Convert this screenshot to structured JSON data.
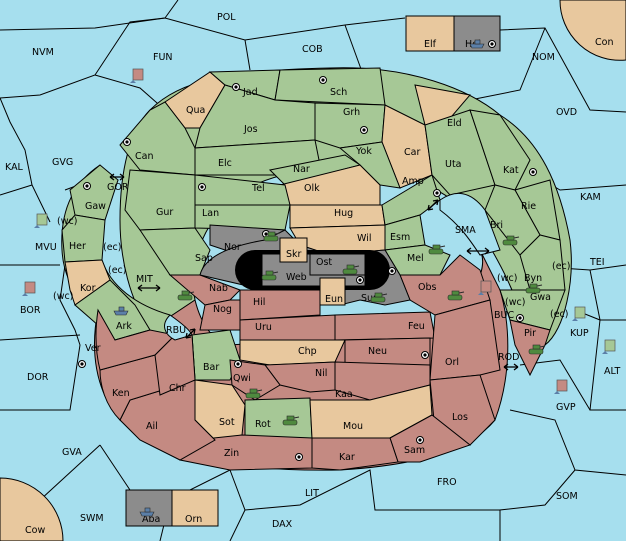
{
  "colors": {
    "sea": "#a6dfee",
    "green_power": "#a6c896",
    "red_power": "#c48a82",
    "neutral": "#e8c89e",
    "grey_power": "#8c8c8c",
    "army_green": "#4f8a3f",
    "army_red": "#b35a4e"
  },
  "icons": {
    "supply_center": "supply-center-icon",
    "army": "tank-icon",
    "fleet": "ship-icon",
    "retreat": "double-arrow-icon",
    "dislodged": "dislodged-unit-icon"
  },
  "sea_regions": [
    {
      "id": "POL",
      "label": "POL"
    },
    {
      "id": "NVM",
      "label": "NVM"
    },
    {
      "id": "FUN",
      "label": "FUN"
    },
    {
      "id": "COB",
      "label": "COB"
    },
    {
      "id": "NOM",
      "label": "NOM"
    },
    {
      "id": "Con",
      "label": "Con"
    },
    {
      "id": "OVD",
      "label": "OVD"
    },
    {
      "id": "KAL",
      "label": "KAL"
    },
    {
      "id": "GVG",
      "label": "GVG"
    },
    {
      "id": "KAM",
      "label": "KAM"
    },
    {
      "id": "GOR",
      "label": "GOR"
    },
    {
      "id": "MVU",
      "label": "MVU"
    },
    {
      "id": "SMA",
      "label": "SMA"
    },
    {
      "id": "TEI",
      "label": "TEI"
    },
    {
      "id": "MIT",
      "label": "MIT"
    },
    {
      "id": "BOR",
      "label": "BOR"
    },
    {
      "id": "RBU",
      "label": "RBU"
    },
    {
      "id": "BUC",
      "label": "BUC"
    },
    {
      "id": "KUP",
      "label": "KUP"
    },
    {
      "id": "ALT",
      "label": "ALT"
    },
    {
      "id": "ROD",
      "label": "ROD"
    },
    {
      "id": "DOR",
      "label": "DOR"
    },
    {
      "id": "GVP",
      "label": "GVP"
    },
    {
      "id": "GVA",
      "label": "GVA"
    },
    {
      "id": "FRO",
      "label": "FRO"
    },
    {
      "id": "SOM",
      "label": "SOM"
    },
    {
      "id": "LIT",
      "label": "LIT"
    },
    {
      "id": "SWM",
      "label": "SWM"
    },
    {
      "id": "DAX",
      "label": "DAX"
    },
    {
      "id": "Cow",
      "label": "Cow"
    }
  ],
  "land_regions": [
    {
      "id": "Elf",
      "label": "Elf"
    },
    {
      "id": "Hel",
      "label": "Hel"
    },
    {
      "id": "Jad",
      "label": "Jad"
    },
    {
      "id": "Sch",
      "label": "Sch"
    },
    {
      "id": "Qua",
      "label": "Qua"
    },
    {
      "id": "Jos",
      "label": "Jos"
    },
    {
      "id": "Grh",
      "label": "Grh"
    },
    {
      "id": "Eld",
      "label": "Eld"
    },
    {
      "id": "Can",
      "label": "Can"
    },
    {
      "id": "Yok",
      "label": "Yok"
    },
    {
      "id": "Car",
      "label": "Car"
    },
    {
      "id": "Elc",
      "label": "Elc"
    },
    {
      "id": "Nar",
      "label": "Nar"
    },
    {
      "id": "Uta",
      "label": "Uta"
    },
    {
      "id": "Kat",
      "label": "Kat"
    },
    {
      "id": "Tel",
      "label": "Tel"
    },
    {
      "id": "Olk",
      "label": "Olk"
    },
    {
      "id": "Amp",
      "label": "Amp"
    },
    {
      "id": "Gaw",
      "label": "Gaw"
    },
    {
      "id": "Gur",
      "label": "Gur"
    },
    {
      "id": "Lan",
      "label": "Lan"
    },
    {
      "id": "Hug",
      "label": "Hug"
    },
    {
      "id": "Rie",
      "label": "Rie"
    },
    {
      "id": "Bri",
      "label": "Bri"
    },
    {
      "id": "Her",
      "label": "Her"
    },
    {
      "id": "Nor",
      "label": "Nor"
    },
    {
      "id": "Skr",
      "label": "Skr"
    },
    {
      "id": "Wil",
      "label": "Wil"
    },
    {
      "id": "Esm",
      "label": "Esm"
    },
    {
      "id": "Sap",
      "label": "Sap"
    },
    {
      "id": "Ost",
      "label": "Ost"
    },
    {
      "id": "Mel",
      "label": "Mel"
    },
    {
      "id": "Web",
      "label": "Web"
    },
    {
      "id": "Kor",
      "label": "Kor"
    },
    {
      "id": "Nab",
      "label": "Nab"
    },
    {
      "id": "Eun",
      "label": "Eun"
    },
    {
      "id": "Obs",
      "label": "Obs"
    },
    {
      "id": "Byn",
      "label": "Byn"
    },
    {
      "id": "Sun",
      "label": "Sun"
    },
    {
      "id": "Gwa",
      "label": "Gwa"
    },
    {
      "id": "Hil",
      "label": "Hil"
    },
    {
      "id": "Nog",
      "label": "Nog"
    },
    {
      "id": "Ark",
      "label": "Ark"
    },
    {
      "id": "Uru",
      "label": "Uru"
    },
    {
      "id": "Feu",
      "label": "Feu"
    },
    {
      "id": "Pir",
      "label": "Pir"
    },
    {
      "id": "Ver",
      "label": "Ver"
    },
    {
      "id": "Chp",
      "label": "Chp"
    },
    {
      "id": "Neu",
      "label": "Neu"
    },
    {
      "id": "Orl",
      "label": "Orl"
    },
    {
      "id": "Bar",
      "label": "Bar"
    },
    {
      "id": "Nil",
      "label": "Nil"
    },
    {
      "id": "Qwi",
      "label": "Qwi"
    },
    {
      "id": "Ken",
      "label": "Ken"
    },
    {
      "id": "Chr",
      "label": "Chr"
    },
    {
      "id": "Kaa",
      "label": "Kaa"
    },
    {
      "id": "Ail",
      "label": "Ail"
    },
    {
      "id": "Sot",
      "label": "Sot"
    },
    {
      "id": "Rot",
      "label": "Rot"
    },
    {
      "id": "Los",
      "label": "Los"
    },
    {
      "id": "Mou",
      "label": "Mou"
    },
    {
      "id": "Sam",
      "label": "Sam"
    },
    {
      "id": "Zin",
      "label": "Zin"
    },
    {
      "id": "Kar",
      "label": "Kar"
    },
    {
      "id": "Aba",
      "label": "Aba"
    },
    {
      "id": "Orn",
      "label": "Orn"
    }
  ],
  "coast_labels": [
    {
      "id": "gaw-wc",
      "label": "(wc)"
    },
    {
      "id": "her-ec",
      "label": "(ec)"
    },
    {
      "id": "kor-ec",
      "label": "(ec)"
    },
    {
      "id": "kor-wc",
      "label": "(wc)"
    },
    {
      "id": "byn-wc",
      "label": "(wc)"
    },
    {
      "id": "byn-ec",
      "label": "(ec)"
    },
    {
      "id": "gwa-wc",
      "label": "(wc)"
    },
    {
      "id": "gwa-ec",
      "label": "(ec)"
    }
  ]
}
